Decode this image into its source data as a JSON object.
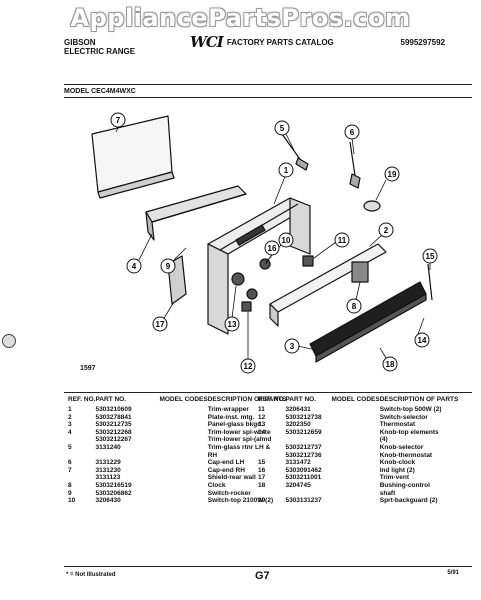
{
  "watermark": "AppliancePartsPros.com",
  "header": {
    "brand": "GIBSON",
    "product": "ELECTRIC RANGE",
    "logo": "WCI",
    "catalog_title": "FACTORY PARTS CATALOG",
    "catalog_number": "5995297592"
  },
  "model_line": "MODEL CEC4M4WXC",
  "figure_number": "1597",
  "callouts": [
    "1",
    "2",
    "3",
    "4",
    "5",
    "6",
    "7",
    "8",
    "9",
    "10",
    "11",
    "12",
    "13",
    "14",
    "15",
    "16",
    "17",
    "18",
    "19"
  ],
  "parts_columns": {
    "ref": "REF. NO.",
    "part": "PART NO.",
    "model": "MODEL CODES",
    "desc": "DESCRIPTION OF PARTS"
  },
  "parts_left": [
    {
      "ref": "1",
      "part": "5303210609",
      "code": "",
      "desc": "Trim-wrapper"
    },
    {
      "ref": "2",
      "part": "5303278841",
      "code": "",
      "desc": "Plate-inst. mtg."
    },
    {
      "ref": "3",
      "part": "5303212735",
      "code": "",
      "desc": "Panel-glass bkgd."
    },
    {
      "ref": "4",
      "part": "5303212268",
      "code": "",
      "desc": "Trim-lower spl-white"
    },
    {
      "ref": "",
      "part": "5303212267",
      "code": "",
      "desc": "Trim-lower spl-(almd"
    },
    {
      "ref": "5",
      "part": "3131240",
      "code": "",
      "desc": "Trim-glass rtnr LH &"
    },
    {
      "ref": "",
      "part": "",
      "code": "",
      "desc": "RH"
    },
    {
      "ref": "6",
      "part": "3131229",
      "code": "",
      "desc": "Cap-end LH"
    },
    {
      "ref": "7",
      "part": "3131230",
      "code": "",
      "desc": "Cap-end RH"
    },
    {
      "ref": "",
      "part": "3131123",
      "code": "",
      "desc": "Shield-rear wall"
    },
    {
      "ref": "8",
      "part": "5303216519",
      "code": "",
      "desc": "Clock"
    },
    {
      "ref": "9",
      "part": "5303206862",
      "code": "",
      "desc": "Switch-rocker"
    },
    {
      "ref": "10",
      "part": "3206430",
      "code": "",
      "desc": "Switch-top 2100W (2)"
    }
  ],
  "parts_right": [
    {
      "ref": "11",
      "part": "3206431",
      "code": "",
      "desc": "Switch-top 500W (2)"
    },
    {
      "ref": "12",
      "part": "5303212738",
      "code": "",
      "desc": "Switch-selector"
    },
    {
      "ref": "13",
      "part": "3202350",
      "code": "",
      "desc": "Thermostat"
    },
    {
      "ref": "14",
      "part": "5303212659",
      "code": "",
      "desc": "Knob-top elements"
    },
    {
      "ref": "",
      "part": "",
      "code": "",
      "desc": "(4)"
    },
    {
      "ref": "",
      "part": "5303212737",
      "code": "",
      "desc": "Knob-selector"
    },
    {
      "ref": "",
      "part": "5303212736",
      "code": "",
      "desc": "Knob-thermostat"
    },
    {
      "ref": "15",
      "part": "3131472",
      "code": "",
      "desc": "Knob-clock"
    },
    {
      "ref": "16",
      "part": "5303091462",
      "code": "",
      "desc": "Ind light (2)"
    },
    {
      "ref": "17",
      "part": "5303211001",
      "code": "",
      "desc": "Trim-vent"
    },
    {
      "ref": "18",
      "part": "3204745",
      "code": "",
      "desc": "Bushing-control"
    },
    {
      "ref": "",
      "part": "",
      "code": "",
      "desc": "shaft"
    },
    {
      "ref": "19",
      "part": "5303131237",
      "code": "",
      "desc": "Sprt-backguard (2)"
    }
  ],
  "footnote": "* = Not Illustrated",
  "page_number": "G7",
  "date_code": "5/91"
}
